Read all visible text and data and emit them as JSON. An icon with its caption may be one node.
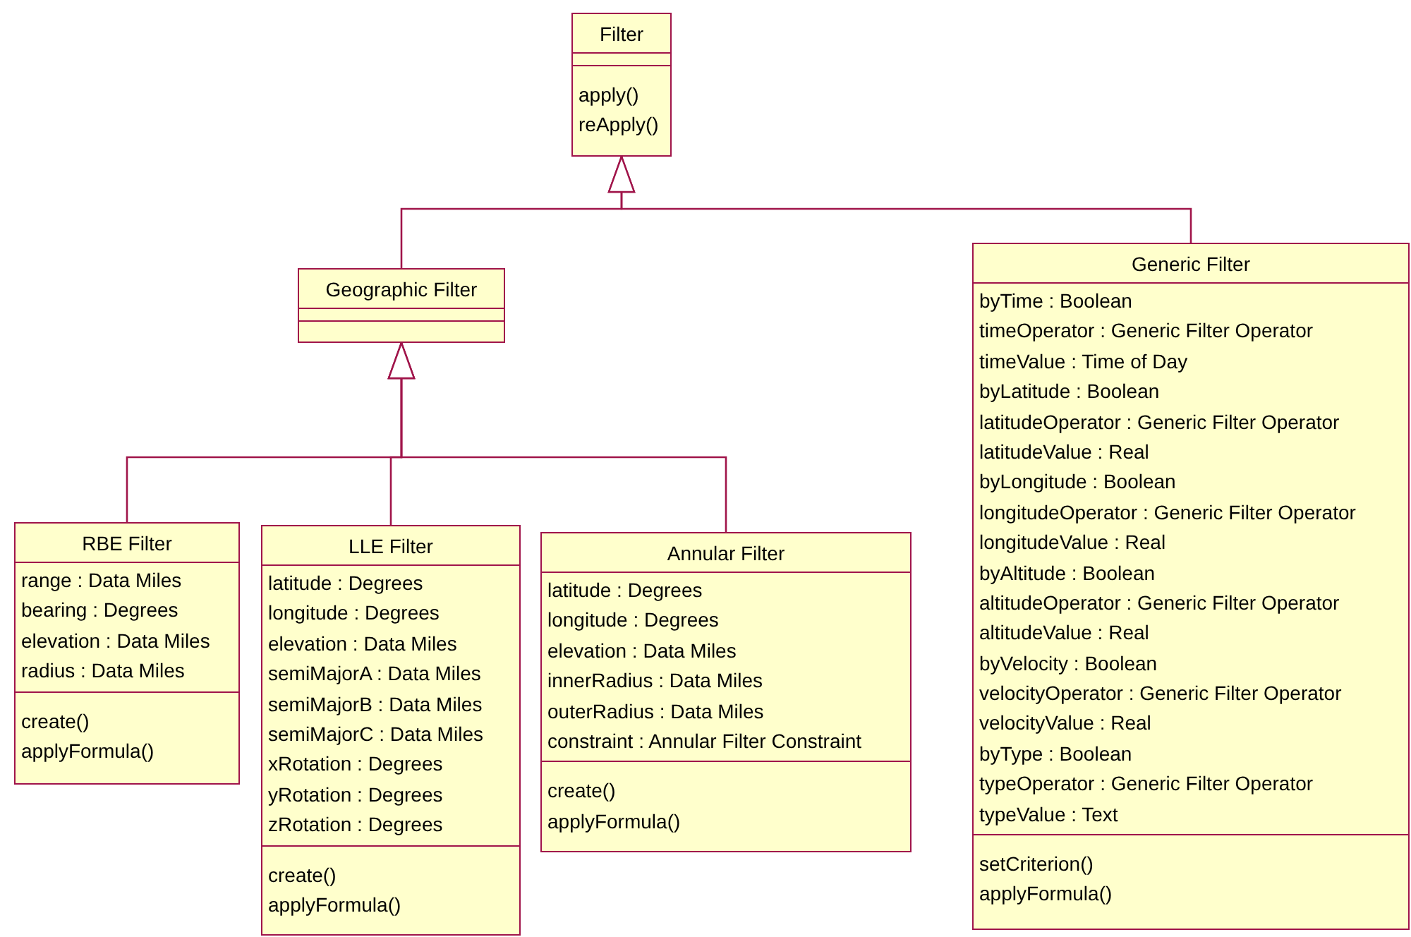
{
  "diagram": {
    "nodes": [
      {
        "text": [
          "Filter",
          "apply()",
          "reApply()"
        ]
      },
      {
        "text": [
          "Geographic Filter"
        ]
      },
      {
        "text": [
          "Generic Filter",
          "byTime : Boolean",
          "timeOperator : Generic Filter Operator",
          "timeValue : Time of Day",
          "byLatitude : Boolean",
          "latitudeOperator : Generic Filter Operator",
          "latitudeValue : Real",
          "byLongitude : Boolean",
          "longitudeOperator : Generic Filter Operator",
          "longitudeValue : Real",
          "byAltitude : Boolean",
          "altitudeOperator : Generic Filter Operator",
          "altitudeValue : Real",
          "byVelocity : Boolean",
          "velocityOperator : Generic Filter Operator",
          "velocityValue : Real",
          "byType : Boolean",
          "typeOperator : Generic Filter Operator",
          "typeValue : Text",
          "setCriterion()",
          "applyFormula()"
        ]
      },
      {
        "text": [
          "RBE Filter",
          "range : Data Miles",
          "bearing : Degrees",
          "elevation : Data Miles",
          "radius : Data Miles",
          "create()",
          "applyFormula()"
        ]
      },
      {
        "text": [
          "LLE Filter",
          "latitude : Degrees",
          "longitude : Degrees",
          "elevation : Data Miles",
          "semiMajorA : Data Miles",
          "semiMajorB : Data Miles",
          "semiMajorC : Data Miles",
          "xRotation : Degrees",
          "yRotation : Degrees",
          "zRotation : Degrees",
          "create()",
          "applyFormula()"
        ]
      },
      {
        "text": [
          "Annular Filter",
          "latitude : Degrees",
          "longitude : Degrees",
          "elevation : Data Miles",
          "innerRadius : Data Miles",
          "outerRadius : Data Miles",
          "constraint : Annular Filter Constraint",
          "create()",
          "applyFormula()"
        ]
      }
    ],
    "edges": [
      {
        "from": 1,
        "to": 0,
        "arrow": "to"
      },
      {
        "from": 2,
        "to": 0,
        "arrow": "to"
      },
      {
        "from": 3,
        "to": 1,
        "arrow": "to"
      },
      {
        "from": 4,
        "to": 1,
        "arrow": "to"
      },
      {
        "from": 5,
        "to": 1,
        "arrow": "to"
      }
    ]
  }
}
